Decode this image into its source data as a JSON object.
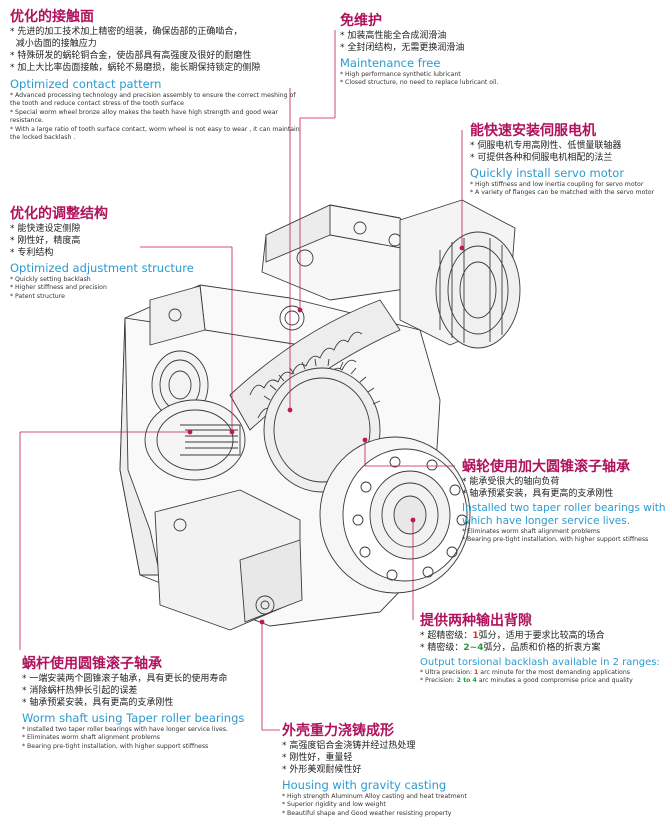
{
  "colors": {
    "cn_title": "#b0125b",
    "en_title": "#2a9bd0",
    "leader": "#c2185b"
  },
  "contact": {
    "cn_title": "优化的接触面",
    "cn_items": [
      "先进的加工技术加上精密的组装，确保齿部的正确啮合，",
      "减小齿面的接触应力",
      "特殊研发的蜗轮铜合金，使齿部具有高强度及很好的耐磨性",
      "加上大比率齿面接触，蜗轮不易磨损，能长期保持锁定的侧隙"
    ],
    "en_title": "Optimized contact pattern",
    "en_items": [
      "* Advanced processing technology and precision assembly to ensure the correct meshing of the tooth and reduce  contact stress of the tooth surface",
      "* Special worm wheel bronze alloy makes the teeth have high strength and good wear resistance.",
      "* With a large ratio of tooth surface contact, worm wheel is not easy to wear , it can maintain the locked backlash ."
    ]
  },
  "maintenance": {
    "cn_title": "免维护",
    "cn_items": [
      "加装高性能全合成润滑油",
      "全封闭结构，无需更换润滑油"
    ],
    "en_title": "Maintenance free",
    "en_items": [
      "* High performance synthetic lubricant",
      "* Closed structure, no need to replace lubricant oil."
    ]
  },
  "servo": {
    "cn_title": "能快速安装伺服电机",
    "cn_items": [
      "伺服电机专用高刚性、低惯量联轴器",
      "可提供各种和伺服电机相配的法兰"
    ],
    "en_title": "Quickly install servo motor",
    "en_items": [
      "* High stiffness and low inertia coupling for servo motor",
      "* A variety of flanges can be matched with the servo motor"
    ]
  },
  "adjust": {
    "cn_title": "优化的调整结构",
    "cn_items": [
      "能快速设定侧隙",
      "刚性好，精度高",
      "专利结构"
    ],
    "en_title": "Optimized adjustment structure",
    "en_items": [
      "* Quickly setting backlash",
      "* Higher stiffness and precision",
      "* Patent structure"
    ]
  },
  "wheel_bearing": {
    "cn_title": "蜗轮使用加大圆锥滚子轴承",
    "cn_items": [
      "能承受很大的轴向负荷",
      "轴承预紧安装，具有更高的支承刚性"
    ],
    "en_title_1": "Installed two taper roller bearings with",
    "en_title_2": "which have longer service lives.",
    "en_items": [
      "* Eliminates worm shaft alignment problems",
      "* Bearing pre-tight installation, with higher support stiffness"
    ]
  },
  "backlash": {
    "cn_title": "提供两种输出背隙",
    "cn_1_pre": "超精密级：",
    "cn_1_num": "1",
    "cn_1_post": "弧分，适用于要求比较高的场合",
    "cn_2_pre": "精密级：",
    "cn_2_num": "2~4",
    "cn_2_post": "弧分，品质和价格的折衷方案",
    "en_title": "Output torsional backlash available in 2 ranges:",
    "en_1_pre": "* Ultra precision:",
    "en_1_num": "1",
    "en_1_post": "arc minute for the most demanding applications",
    "en_2_pre": "* Precision:",
    "en_2_num": "2 to 4",
    "en_2_post": "arc minutes a good compromise price and quality"
  },
  "worm_shaft": {
    "cn_title": "蜗杆使用圆锥滚子轴承",
    "cn_items": [
      "一端安装两个圆锥滚子轴承，具有更长的使用寿命",
      "消除蜗杆热伸长引起的误差",
      "轴承预紧安装，具有更高的支承刚性"
    ],
    "en_title": "Worm shaft using Taper roller bearings",
    "en_items": [
      "* Installed two taper roller bearings with have longer service lives.",
      "* Eliminates worm shaft alignment problems",
      "* Bearing pre-tight installation, with higher support stiffness"
    ]
  },
  "housing": {
    "cn_title": "外壳重力浇铸成形",
    "cn_items": [
      "高强度铝合金浇铸并经过热处理",
      "刚性好，重量轻",
      "外形美观耐候性好"
    ],
    "en_title": "Housing with gravity casting",
    "en_items": [
      "* High strength Aluminum Alloy casting and heat treatment",
      "* Superior rigidity and low weight",
      "* Beautiful shape and Good weather resisting property"
    ]
  }
}
